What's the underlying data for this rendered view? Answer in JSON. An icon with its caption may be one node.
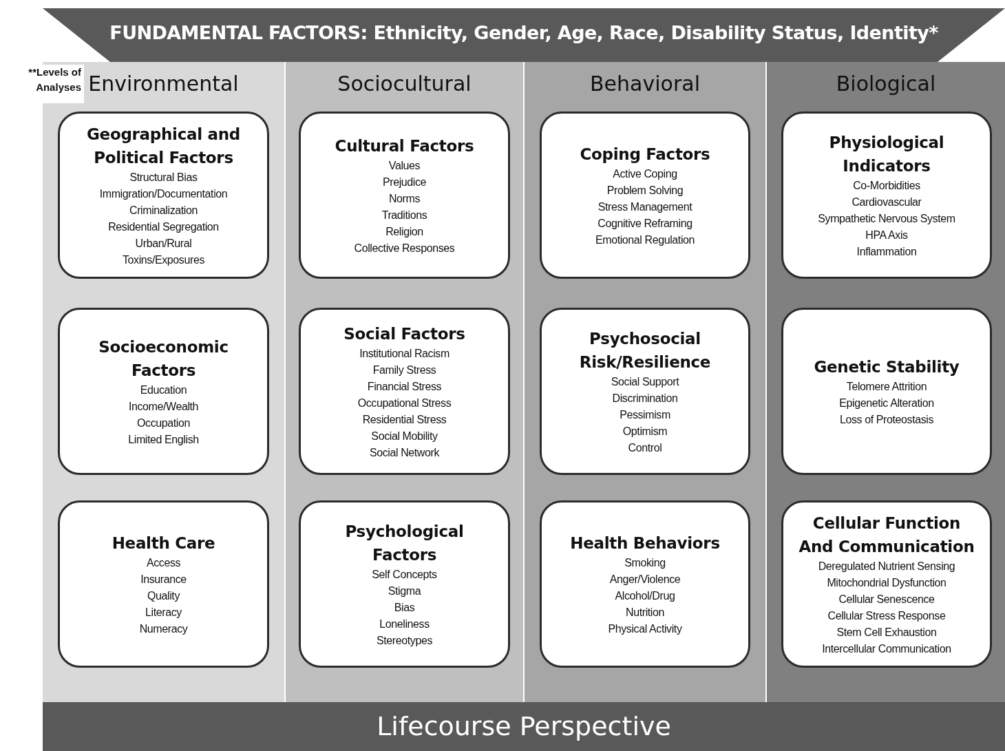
{
  "diagram": {
    "nodes": [
      {
        "text": [
          "FUNDAMENTAL FACTORS: Ethnicity, Gender, Age, Race, Disability Status, Identity*"
        ]
      },
      {
        "text": [
          "Environmental"
        ]
      },
      {
        "text": [
          "Geographical and Political Factors",
          "Structural Bias",
          "Immigration/Documentation",
          "Criminalization",
          "Residential Segregation",
          "Urban/Rural",
          "Toxins/Exposures"
        ],
        "in": 1
      },
      {
        "text": [
          "Socioeconomic Factors",
          "Education",
          "Income/Wealth",
          "Occupation",
          "Limited English"
        ],
        "in": 1
      },
      {
        "text": [
          "Health Care",
          "Access",
          "Insurance",
          "Quality",
          "Literacy",
          "Numeracy"
        ],
        "in": 1
      },
      {
        "text": [
          "Sociocultural"
        ]
      },
      {
        "text": [
          "Cultural Factors",
          "Values",
          "Prejudice",
          "Norms",
          "Traditions",
          "Religion",
          "Collective Responses"
        ],
        "in": 5
      },
      {
        "text": [
          "Social Factors",
          "Institutional Racism",
          "Family Stress",
          "Financial Stress",
          "Occupational Stress",
          "Residential Stress",
          "Social Mobility",
          "Social Network"
        ],
        "in": 5
      },
      {
        "text": [
          "Psychological Factors",
          "Self Concepts",
          "Stigma",
          "Bias",
          "Loneliness",
          "Stereotypes"
        ],
        "in": 5
      },
      {
        "text": [
          "Behavioral"
        ]
      },
      {
        "text": [
          "Coping Factors",
          "Active Coping",
          "Problem Solving",
          "Stress Management",
          "Cognitive Reframing",
          "Emotional Regulation"
        ],
        "in": 9
      },
      {
        "text": [
          "Psychosocial Risk/Resilience",
          "Social Support",
          "Discrimination",
          "Pessimism",
          "Optimism",
          "Control"
        ],
        "in": 9
      },
      {
        "text": [
          "Health Behaviors",
          "Smoking",
          "Anger/Violence",
          "Alcohol/Drug",
          "Nutrition",
          "Physical Activity"
        ],
        "in": 9
      },
      {
        "text": [
          "Biological"
        ]
      },
      {
        "text": [
          "Physiological Indicators",
          "Co-Morbidities",
          "Cardiovascular",
          "Sympathetic Nervous System",
          "HPA Axis",
          "Inflammation"
        ],
        "in": 13
      },
      {
        "text": [
          "Genetic Stability",
          "Telomere Attrition",
          "Epigenetic Alteration",
          "Loss of Proteostasis"
        ],
        "in": 13
      },
      {
        "text": [
          "Cellular Function And Communication",
          "Deregulated Nutrient Sensing",
          "Mitochondrial Dysfunction",
          "Cellular Senescence",
          "Cellular Stress Response",
          "Stem Cell Exhaustion",
          "Intercellular Communication"
        ],
        "in": 13
      },
      {
        "text": [
          "Lifecourse Perspective"
        ]
      }
    ],
    "edges": [],
    "labels": [
      "**Levels of Analyses"
    ]
  }
}
